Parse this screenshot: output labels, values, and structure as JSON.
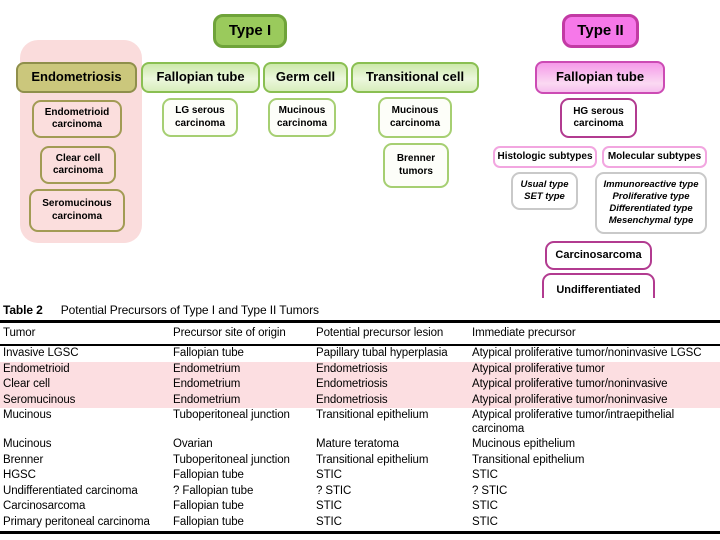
{
  "diagram": {
    "type_i": "Type I",
    "type_ii": "Type II",
    "endometriosis": "Endometriosis",
    "fallopian_tube_i": "Fallopian tube",
    "germ_cell": "Germ cell",
    "transitional_cell": "Transitional cell",
    "fallopian_tube_ii": "Fallopian tube",
    "endometrioid_carcinoma": "Endometrioid\ncarcinoma",
    "clear_cell_carcinoma": "Clear cell\ncarcinoma",
    "seromucinous_carcinoma": "Seromucinous\ncarcinoma",
    "lg_serous_carcinoma": "LG serous\ncarcinoma",
    "mucinous_carcinoma_germ": "Mucinous\ncarcinoma",
    "mucinous_carcinoma_transitional": "Mucinous\ncarcinoma",
    "brenner_tumors": "Brenner\ntumors",
    "hg_serous_carcinoma": "HG serous\ncarcinoma",
    "histologic_subtypes": "Histologic subtypes",
    "molecular_subtypes": "Molecular subtypes",
    "histologic_types": "Usual type\nSET type",
    "molecular_types": "Immunoreactive type\nProliferative type\nDifferentiated type\nMesenchymal type",
    "carcinosarcoma": "Carcinosarcoma",
    "undifferentiated": "Undifferentiated",
    "colors": {
      "type_i_fill": "#9aca5c",
      "type_ii_fill": "#f678e9",
      "category_green_border": "#8abf52",
      "category_pink_border": "#cc4bb4",
      "endometriosis_fill": "#cbc77c",
      "pink_container": "#fadcdc",
      "magenta_border": "#b23b90",
      "light_pink_border": "#f2a6e0",
      "gray_border": "#c9c9c9"
    }
  },
  "table": {
    "title_label": "Table 2",
    "title": "Potential Precursors of Type I and Type II Tumors",
    "columns": [
      "Tumor",
      "Precursor site of origin",
      "Potential precursor lesion",
      "Immediate precursor"
    ],
    "highlight_color": "#fcdee1",
    "rows": [
      {
        "highlight": false,
        "cells": [
          "Invasive LGSC",
          "Fallopian tube",
          "Papillary tubal hyperplasia",
          "Atypical proliferative tumor/noninvasive LGSC"
        ]
      },
      {
        "highlight": true,
        "cells": [
          "Endometrioid",
          "Endometrium",
          "Endometriosis",
          "Atypical proliferative tumor"
        ]
      },
      {
        "highlight": true,
        "cells": [
          "Clear cell",
          "Endometrium",
          "Endometriosis",
          "Atypical proliferative tumor/noninvasive"
        ]
      },
      {
        "highlight": true,
        "cells": [
          "Seromucinous",
          "Endometrium",
          "Endometriosis",
          "Atypical proliferative tumor/noninvasive"
        ]
      },
      {
        "highlight": false,
        "cells": [
          "Mucinous",
          "Tuboperitoneal junction",
          "Transitional epithelium",
          "Atypical proliferative tumor/intraepithelial carcinoma"
        ]
      },
      {
        "highlight": false,
        "cells": [
          "Mucinous",
          "Ovarian",
          "Mature teratoma",
          "Mucinous epithelium"
        ]
      },
      {
        "highlight": false,
        "cells": [
          "Brenner",
          "Tuboperitoneal junction",
          "Transitional epithelium",
          "Transitional epithelium"
        ]
      },
      {
        "highlight": false,
        "cells": [
          "HGSC",
          "Fallopian tube",
          "STIC",
          "STIC"
        ]
      },
      {
        "highlight": false,
        "cells": [
          "Undifferentiated carcinoma",
          "? Fallopian tube",
          "? STIC",
          "? STIC"
        ]
      },
      {
        "highlight": false,
        "cells": [
          "Carcinosarcoma",
          "Fallopian tube",
          "STIC",
          "STIC"
        ]
      },
      {
        "highlight": false,
        "cells": [
          "Primary peritoneal carcinoma",
          "Fallopian tube",
          "STIC",
          "STIC"
        ]
      }
    ]
  }
}
